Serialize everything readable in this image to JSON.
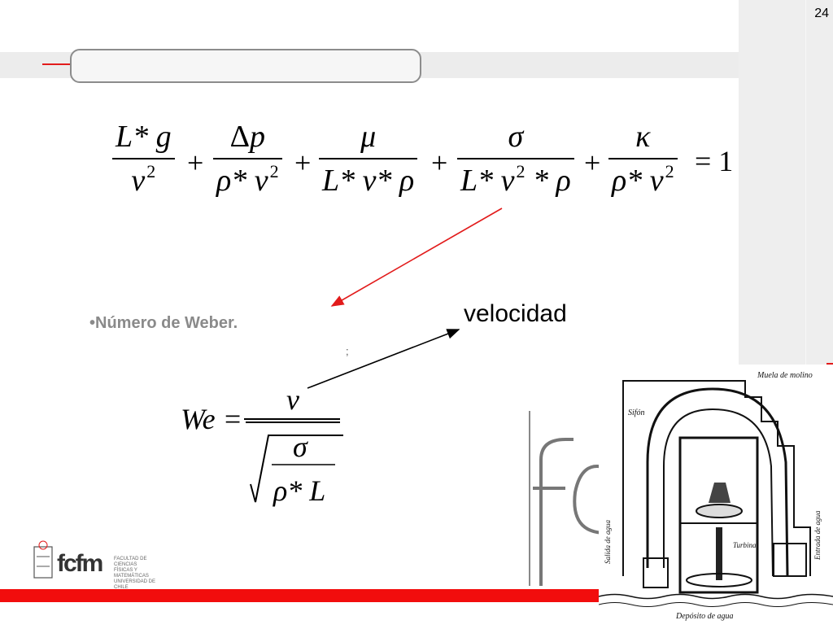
{
  "slide": {
    "page_number": "24",
    "title": ""
  },
  "equation": {
    "t1_num": "L* g",
    "t1_den": "v",
    "t2_num": "Δp",
    "t2_den": "ρ* v",
    "t3_num": "μ",
    "t3_den": "L* v* ρ",
    "t4_num": "σ",
    "t4_den_a": "L* v",
    "t4_den_b": " * ρ",
    "t5_num": "κ",
    "t5_den": "ρ* v",
    "exponent": "2",
    "plus": "+",
    "equals_rhs": "= 1"
  },
  "bullet_text": "•Número de Weber.",
  "annotation": {
    "velocidad": "velocidad",
    "semicolon": ";"
  },
  "weber": {
    "lhs": "We =",
    "numerator": "v",
    "inner_num": "σ",
    "inner_den": "ρ* L"
  },
  "logo": {
    "wordmark": "fcfm",
    "caption_lines": [
      "FACULTAD DE CIENCIAS",
      "FÍSICAS Y MATEMÁTICAS",
      "UNIVERSIDAD DE CHILE"
    ]
  },
  "illustration": {
    "labels": [
      "Muela de molino",
      "Sifón",
      "Turbina",
      "Salida de agua",
      "Entrada de agua",
      "Depósito de agua"
    ]
  },
  "colors": {
    "accent_red": "#e21b1b",
    "footer_red": "#f20d0d",
    "bullet_gray": "#8a8a8a"
  }
}
